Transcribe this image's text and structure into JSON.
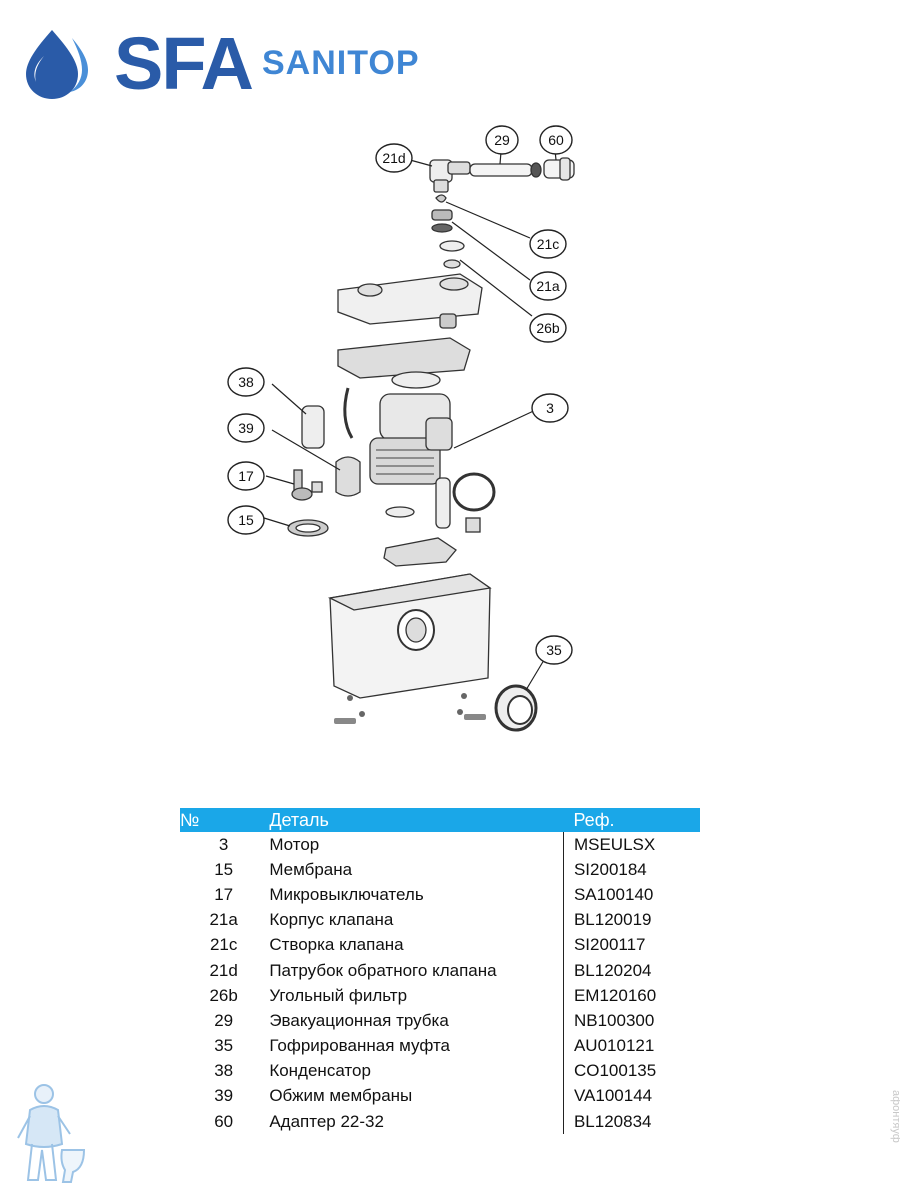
{
  "brand": {
    "name": "SFA",
    "product": "SANITOP"
  },
  "callouts": [
    {
      "label": "21d",
      "part": "21d"
    },
    {
      "label": "29",
      "part": "29"
    },
    {
      "label": "60",
      "part": "60"
    },
    {
      "label": "21c",
      "part": "21c"
    },
    {
      "label": "21a",
      "part": "21a"
    },
    {
      "label": "26b",
      "part": "26b"
    },
    {
      "label": "38",
      "part": "38"
    },
    {
      "label": "39",
      "part": "39"
    },
    {
      "label": "3",
      "part": "3"
    },
    {
      "label": "17",
      "part": "17"
    },
    {
      "label": "15",
      "part": "15"
    },
    {
      "label": "35",
      "part": "35"
    }
  ],
  "table": {
    "headers": {
      "no": "№",
      "name": "Деталь",
      "ref": "Реф."
    },
    "rows": [
      {
        "no": "3",
        "name": "Мотор",
        "ref": "MSEULSX"
      },
      {
        "no": "15",
        "name": "Мембрана",
        "ref": "SI200184"
      },
      {
        "no": "17",
        "name": "Микровыключатель",
        "ref": "SA100140"
      },
      {
        "no": "21a",
        "name": "Корпус клапана",
        "ref": "BL120019"
      },
      {
        "no": "21c",
        "name": "Створка клапана",
        "ref": "SI200117"
      },
      {
        "no": "21d",
        "name": "Патрубок обратного клапана",
        "ref": "BL120204"
      },
      {
        "no": "26b",
        "name": "Угольный фильтр",
        "ref": "EM120160"
      },
      {
        "no": "29",
        "name": "Эвакуационная трубка",
        "ref": "NB100300"
      },
      {
        "no": "35",
        "name": "Гофрированная муфта",
        "ref": "AU010121"
      },
      {
        "no": "38",
        "name": "Конденсатор",
        "ref": "CO100135"
      },
      {
        "no": "39",
        "name": "Обжим мембраны",
        "ref": "VA100144"
      },
      {
        "no": "60",
        "name": "Адаптер 22-32",
        "ref": "BL120834"
      }
    ]
  },
  "watermark": "афонтяуф"
}
